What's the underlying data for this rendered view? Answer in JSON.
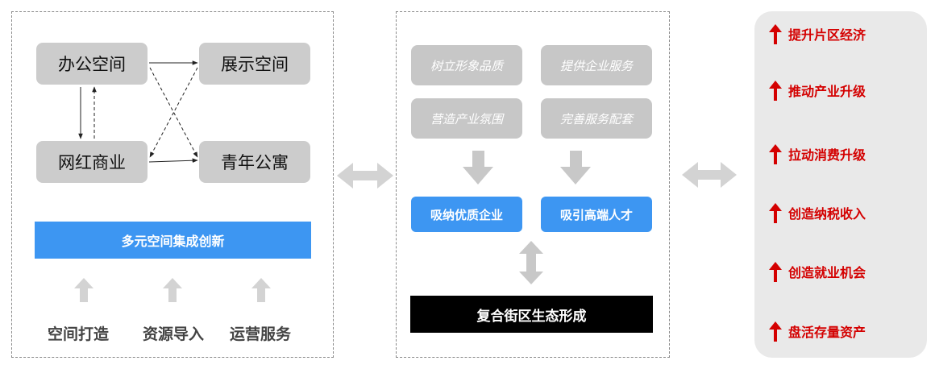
{
  "left_panel": {
    "spaces": [
      "办公空间",
      "展示空间",
      "网红商业",
      "青年公寓"
    ],
    "banner": "多元空间集成创新",
    "sources": [
      "空间打造",
      "资源导入",
      "运营服务"
    ]
  },
  "middle_panel": {
    "qualities": [
      "树立形象品质",
      "提供企业服务",
      "营造产业氛围",
      "完善服务配套"
    ],
    "attractions": [
      "吸纳优质企业",
      "吸引高端人才"
    ],
    "outcome": "复合街区生态形成"
  },
  "right_panel": {
    "impacts": [
      "提升片区经济",
      "推动产业升级",
      "拉动消费升级",
      "创造纳税收入",
      "创造就业机会",
      "盘活存量资产"
    ]
  },
  "colors": {
    "accent_blue": "#3d96f2",
    "impact_red": "#d40000",
    "box_gray": "#cccccc"
  },
  "icons": {
    "up_arrow": "↑"
  }
}
